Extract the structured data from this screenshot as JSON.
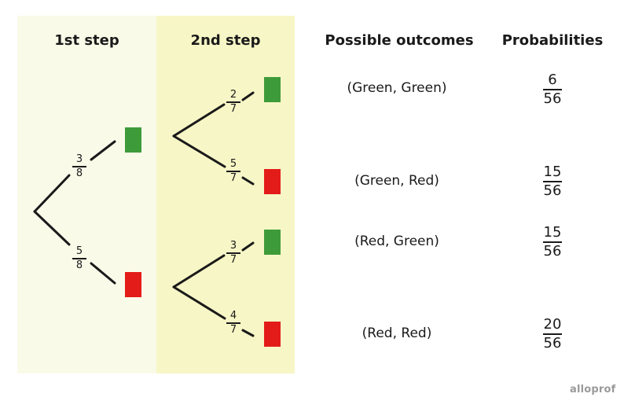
{
  "headers": {
    "step1": "1st step",
    "step2": "2nd step",
    "outcomes": "Possible outcomes",
    "probabilities": "Probabilities"
  },
  "first_branches": [
    {
      "num": "3",
      "den": "8",
      "color": "#3e9b3a"
    },
    {
      "num": "5",
      "den": "8",
      "color": "#e31c19"
    }
  ],
  "second_branches": [
    {
      "num": "2",
      "den": "7",
      "color": "#3e9b3a"
    },
    {
      "num": "5",
      "den": "7",
      "color": "#e31c19"
    },
    {
      "num": "3",
      "den": "7",
      "color": "#3e9b3a"
    },
    {
      "num": "4",
      "den": "7",
      "color": "#e31c19"
    }
  ],
  "outcomes": [
    {
      "label": "(Green, Green)",
      "num": "6",
      "den": "56"
    },
    {
      "label": "(Green, Red)",
      "num": "15",
      "den": "56"
    },
    {
      "label": "(Red, Green)",
      "num": "15",
      "den": "56"
    },
    {
      "label": "(Red, Red)",
      "num": "20",
      "den": "56"
    }
  ],
  "watermark": "alloprof"
}
